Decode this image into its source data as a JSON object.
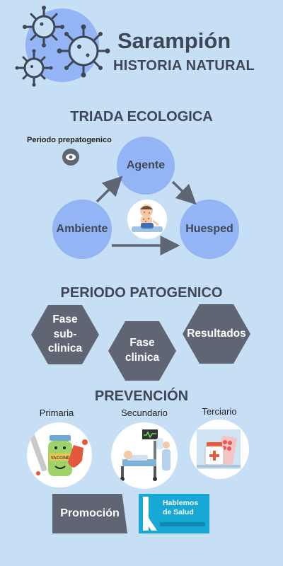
{
  "header": {
    "title": "Sarampión",
    "subtitle": "HISTORIA NATURAL",
    "virus_icon": "virus-icon"
  },
  "triada": {
    "title": "TRIADA ECOLOGICA",
    "prepatogenic_label": "Periodo prepatogenico",
    "eye_icon": "eye-icon",
    "agente": "Agente",
    "ambiente": "Ambiente",
    "huesped": "Huesped"
  },
  "patogenico": {
    "title": "PERIODO PATOGENICO",
    "fase_subclinica": "Fase sub-clinica",
    "fase_clinica": "Fase clinica",
    "resultados": "Resultados"
  },
  "prevencion": {
    "title": "PREVENCIÓN",
    "primaria": "Primaria",
    "secundario": "Secundario",
    "terciario": "Terciario",
    "promocion": "Promoción",
    "vaccine_label": "VACCINE"
  },
  "logo": {
    "line1": "Hablemos",
    "line2": "de Salud"
  },
  "colors": {
    "background": "#c7dff5",
    "circle": "#93b4f5",
    "hexagon": "#5f6572",
    "text": "#3e4756",
    "logo": "#17a8d6"
  }
}
